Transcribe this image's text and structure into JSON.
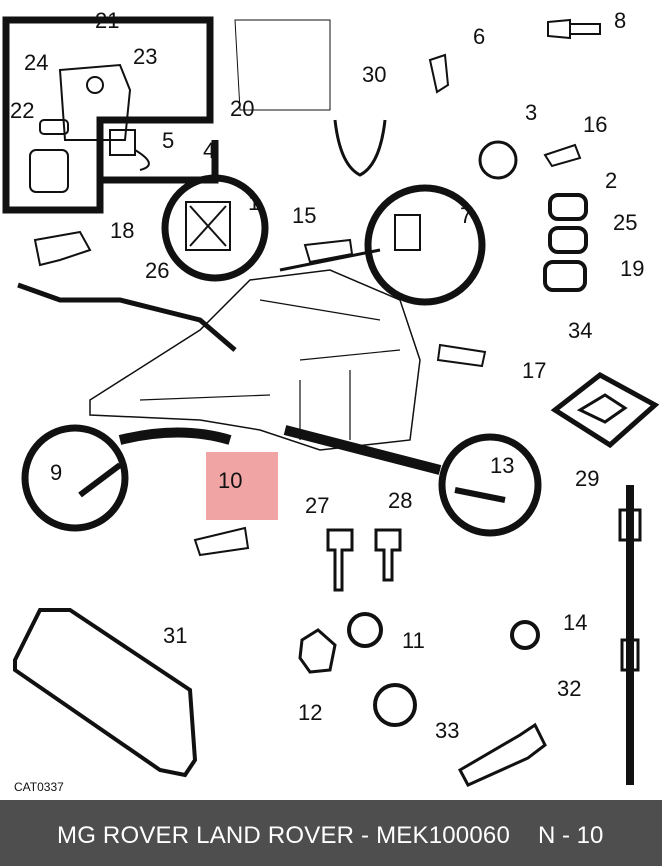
{
  "diagram": {
    "callouts": [
      "21",
      "24",
      "23",
      "22",
      "5",
      "20",
      "30",
      "8",
      "6",
      "3",
      "16",
      "4",
      "1",
      "15",
      "7",
      "2",
      "25",
      "18",
      "26",
      "19",
      "34",
      "17",
      "9",
      "10",
      "13",
      "29",
      "27",
      "28",
      "31",
      "11",
      "14",
      "12",
      "32",
      "33"
    ],
    "highlight_callout": "10"
  },
  "catalog_ref": "CAT0337",
  "footer": {
    "title": "MG ROVER LAND ROVER - MEK100060",
    "page": "N - 10"
  }
}
